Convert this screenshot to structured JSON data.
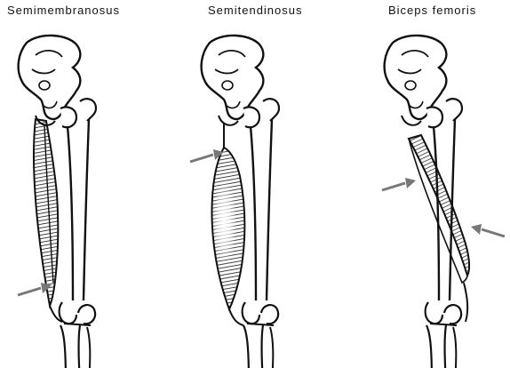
{
  "panels": [
    {
      "title": "Semimembranosus"
    },
    {
      "title": "Semitendinosus"
    },
    {
      "title": "Biceps femoris"
    }
  ],
  "colors": {
    "line": "#111111",
    "arrow": "#777777",
    "background": "#ffffff"
  }
}
